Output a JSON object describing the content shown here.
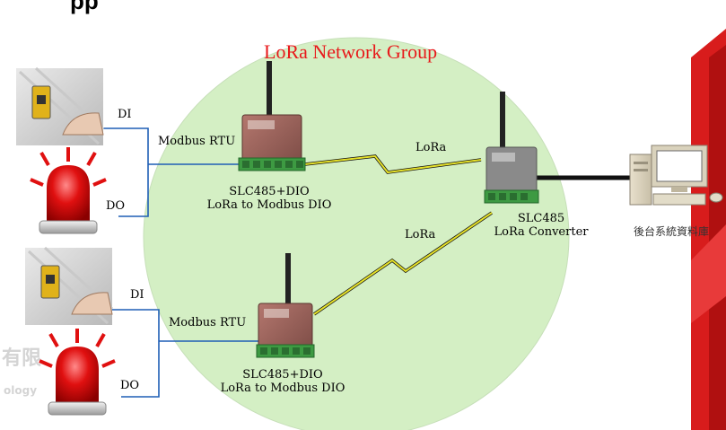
{
  "heading_fragment": "pp",
  "network": {
    "title": "LoRa Network Group"
  },
  "node_top": {
    "di_label": "DI",
    "do_label": "DO",
    "bus_label": "Modbus RTU",
    "device_line1": "SLC485+DIO",
    "device_line2": "LoRa to Modbus DIO"
  },
  "node_bottom": {
    "di_label": "DI",
    "do_label": "DO",
    "bus_label": "Modbus RTU",
    "device_line1": "SLC485+DIO",
    "device_line2": "LoRa to Modbus DIO"
  },
  "links": {
    "lora_top": "LoRa",
    "lora_bottom": "LoRa"
  },
  "converter": {
    "line1": "SLC485",
    "line2": "LoRa Converter"
  },
  "backend": {
    "label": "後台系統資料庫"
  },
  "watermark": {
    "cjk": "有限",
    "latin": "ology"
  },
  "colors": {
    "circle_fill": "#d4efc4",
    "title": "#e8191b",
    "wire": "#1f5fb5",
    "lightning": "#e6e22a",
    "red_panel": "#d81c1c"
  }
}
